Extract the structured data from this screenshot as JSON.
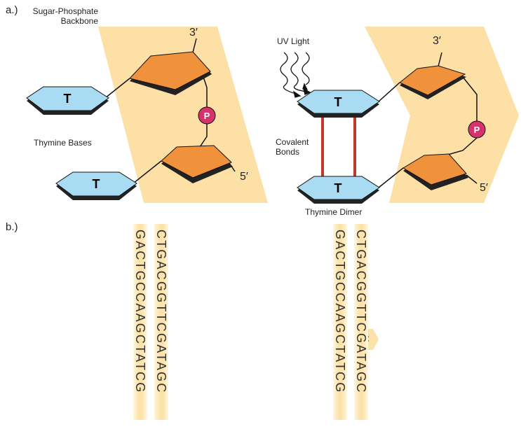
{
  "panel_a": {
    "label": "a.)",
    "backbone_label": "Sugar-Phosphate Backbone",
    "bases_label": "Thymine Bases",
    "uv_label": "UV Light",
    "covalent_label": "Covalent Bonds",
    "dimer_label": "Thymine Dimer",
    "end3": "3′",
    "end5": "5′",
    "base_letter": "T",
    "phosphate_letter": "P"
  },
  "panel_b": {
    "label": "b.)",
    "normal": {
      "strand1": "GACTGCCAAGCTATCG",
      "strand2": "CTGACGGTTCGATAGC"
    },
    "damaged": {
      "strand1": "GACTGCCAAGCTATCG",
      "strand2": "CTGACGGTTCGATAGC"
    }
  },
  "colors": {
    "backbone": "#fde0a6",
    "sugar": "#f0913c",
    "base": "#a9dcf2",
    "phosphate": "#d6336c",
    "bond": "#c0392b"
  }
}
